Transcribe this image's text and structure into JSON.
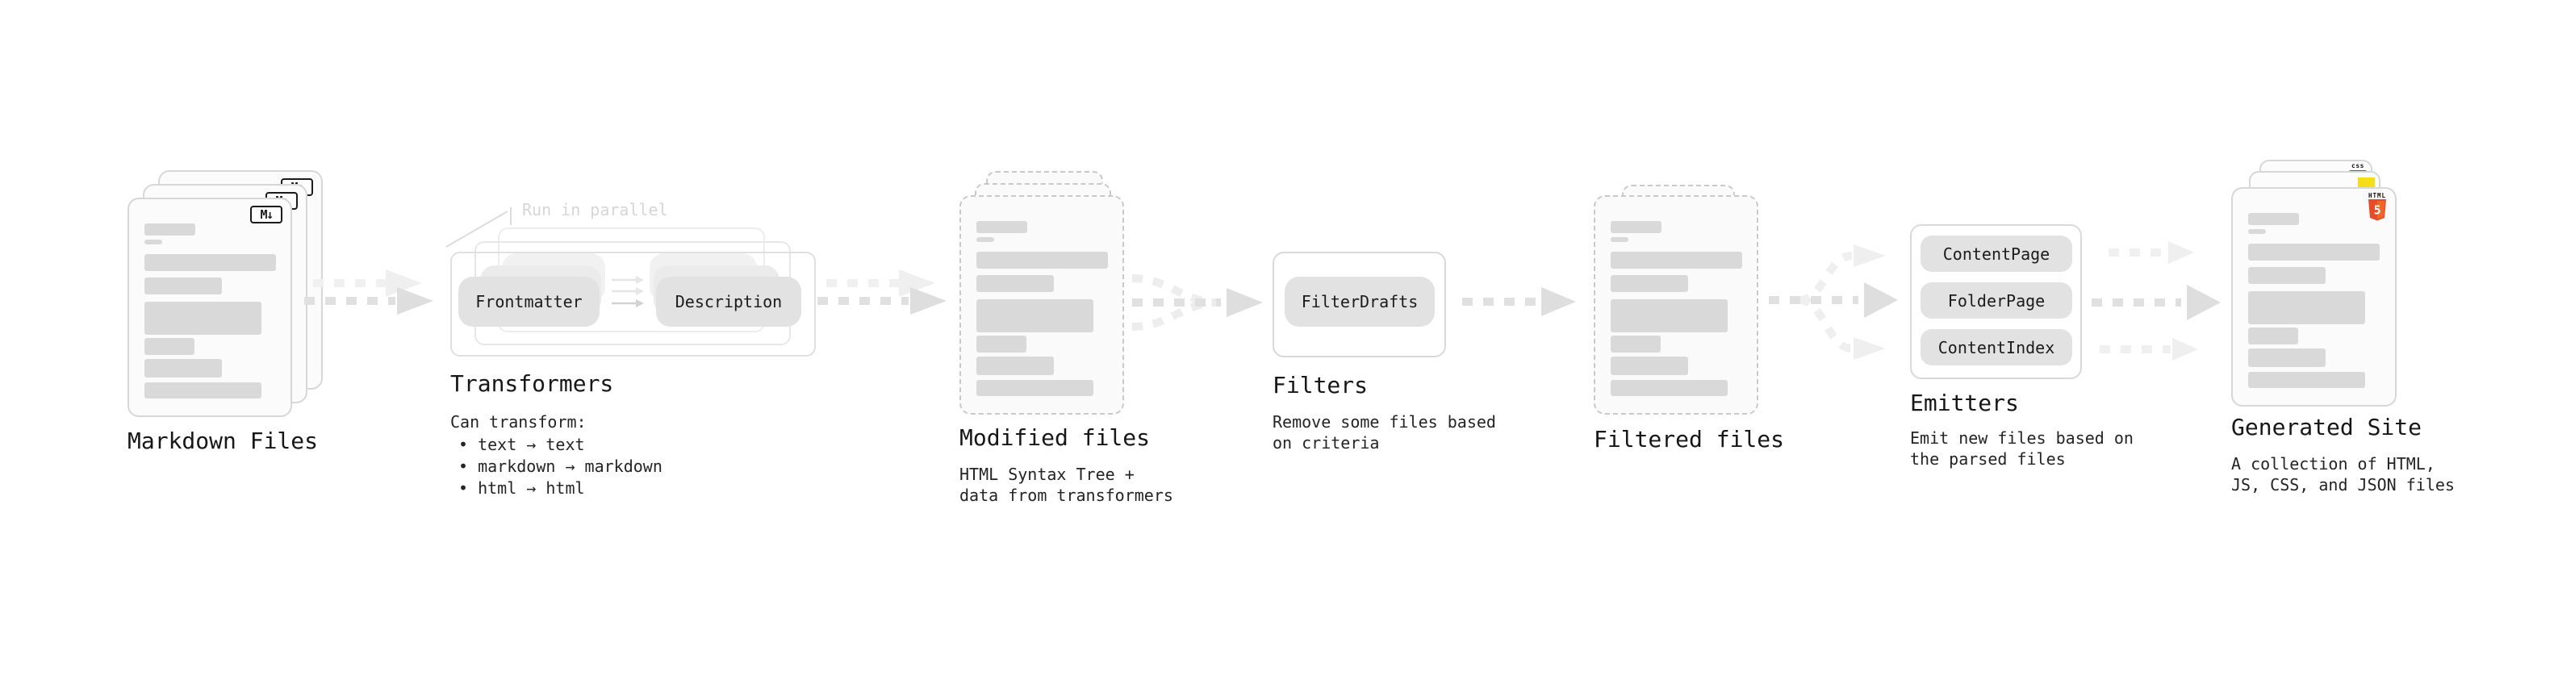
{
  "stages": {
    "markdown": {
      "title": "Markdown Files",
      "badge": "M↓"
    },
    "transformers": {
      "title": "Transformers",
      "note": "Run in parallel",
      "pill_frontmatter": "Frontmatter",
      "pill_description": "Description",
      "desc_heading": "Can transform:",
      "bullets": [
        "• text → text",
        "• markdown → markdown",
        "• html → html"
      ]
    },
    "modified": {
      "title": "Modified files",
      "desc_1": "HTML Syntax Tree +",
      "desc_2": "data from transformers"
    },
    "filters": {
      "title": "Filters",
      "pill": "FilterDrafts",
      "desc_1": "Remove some files based",
      "desc_2": "on criteria"
    },
    "filtered": {
      "title": "Filtered files"
    },
    "emitters": {
      "title": "Emitters",
      "pills": [
        "ContentPage",
        "FolderPage",
        "ContentIndex"
      ],
      "desc_1": "Emit new files based on",
      "desc_2": "the parsed files"
    },
    "generated": {
      "title": "Generated Site",
      "desc_1": "A collection of HTML,",
      "desc_2": "JS, CSS, and JSON files",
      "html5_label": "HTML",
      "html5_number": "5",
      "css_label": "css"
    }
  },
  "colors": {
    "html5_orange": "#e44d26",
    "html5_orange_light": "#f16529",
    "js_yellow": "#f5de19",
    "css_blue": "#2962ff"
  }
}
